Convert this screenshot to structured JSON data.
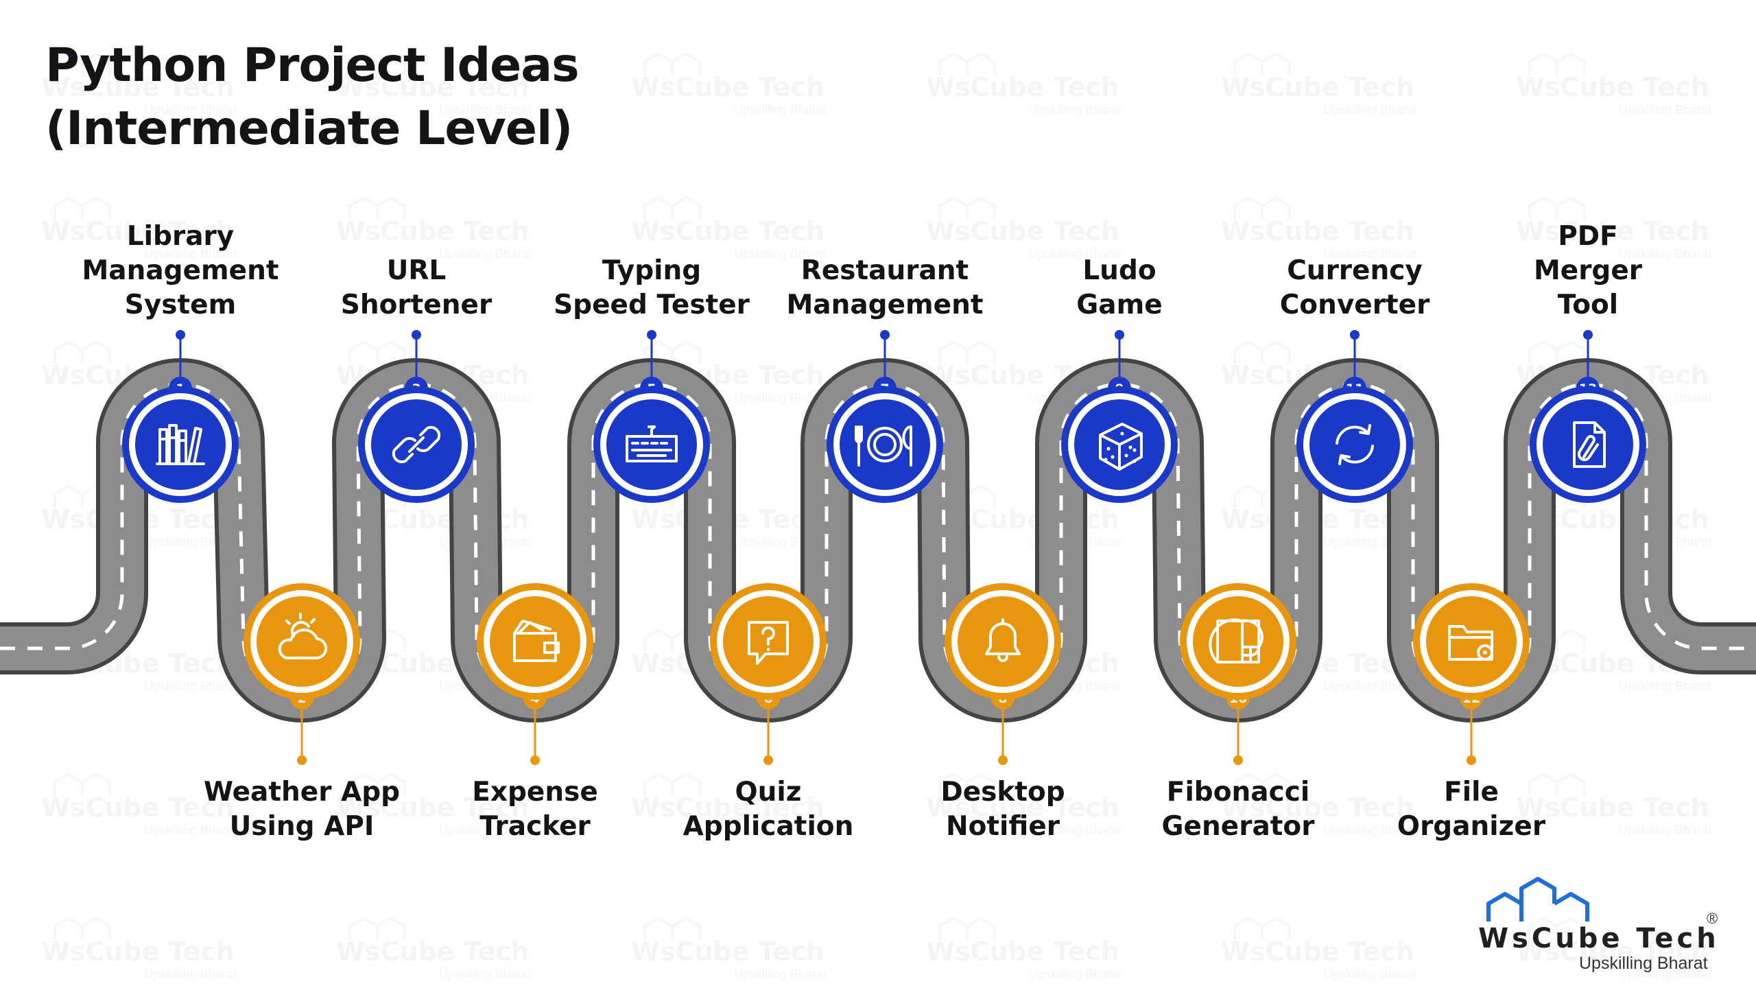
{
  "title": {
    "line1": "Python Project Ideas",
    "line2": "(Intermediate Level)"
  },
  "watermark": {
    "brand": "WsCube Tech",
    "tagline": "Upskilling Bharat"
  },
  "colors": {
    "top_node": "#1a39c8",
    "bottom_node": "#e8960e",
    "road": "#8d8d8d",
    "road_edge": "#444444",
    "lane": "#ffffff",
    "text": "#141414"
  },
  "projects": [
    {
      "number": "1",
      "lines": [
        "Library",
        "Management",
        "System"
      ],
      "icon": "books-icon",
      "position": "top"
    },
    {
      "number": "2",
      "lines": [
        "Weather App",
        "Using API"
      ],
      "icon": "weather-cloud-icon",
      "position": "bottom"
    },
    {
      "number": "3",
      "lines": [
        "URL",
        "Shortener"
      ],
      "icon": "link-icon",
      "position": "top"
    },
    {
      "number": "4",
      "lines": [
        "Expense",
        "Tracker"
      ],
      "icon": "wallet-icon",
      "position": "bottom"
    },
    {
      "number": "5",
      "lines": [
        "Typing",
        "Speed Tester"
      ],
      "icon": "keyboard-icon",
      "position": "top"
    },
    {
      "number": "6",
      "lines": [
        "Quiz",
        "Application"
      ],
      "icon": "question-chat-icon",
      "position": "bottom"
    },
    {
      "number": "7",
      "lines": [
        "Restaurant",
        "Management"
      ],
      "icon": "plate-cutlery-icon",
      "position": "top"
    },
    {
      "number": "8",
      "lines": [
        "Desktop",
        "Notifier"
      ],
      "icon": "bell-icon",
      "position": "bottom"
    },
    {
      "number": "9",
      "lines": [
        "Ludo",
        "Game"
      ],
      "icon": "dice-icon",
      "position": "top"
    },
    {
      "number": "10",
      "lines": [
        "Fibonacci",
        "Generator"
      ],
      "icon": "golden-spiral-icon",
      "position": "bottom"
    },
    {
      "number": "11",
      "lines": [
        "Currency",
        "Converter"
      ],
      "icon": "refresh-arrows-icon",
      "position": "top"
    },
    {
      "number": "12",
      "lines": [
        "File",
        "Organizer"
      ],
      "icon": "folder-gear-icon",
      "position": "bottom"
    },
    {
      "number": "13",
      "lines": [
        "PDF",
        "Merger",
        "Tool"
      ],
      "icon": "pdf-document-icon",
      "position": "top"
    }
  ],
  "logo": {
    "name": "WsCube Tech",
    "tagline": "Upskilling Bharat",
    "registered": "®"
  }
}
